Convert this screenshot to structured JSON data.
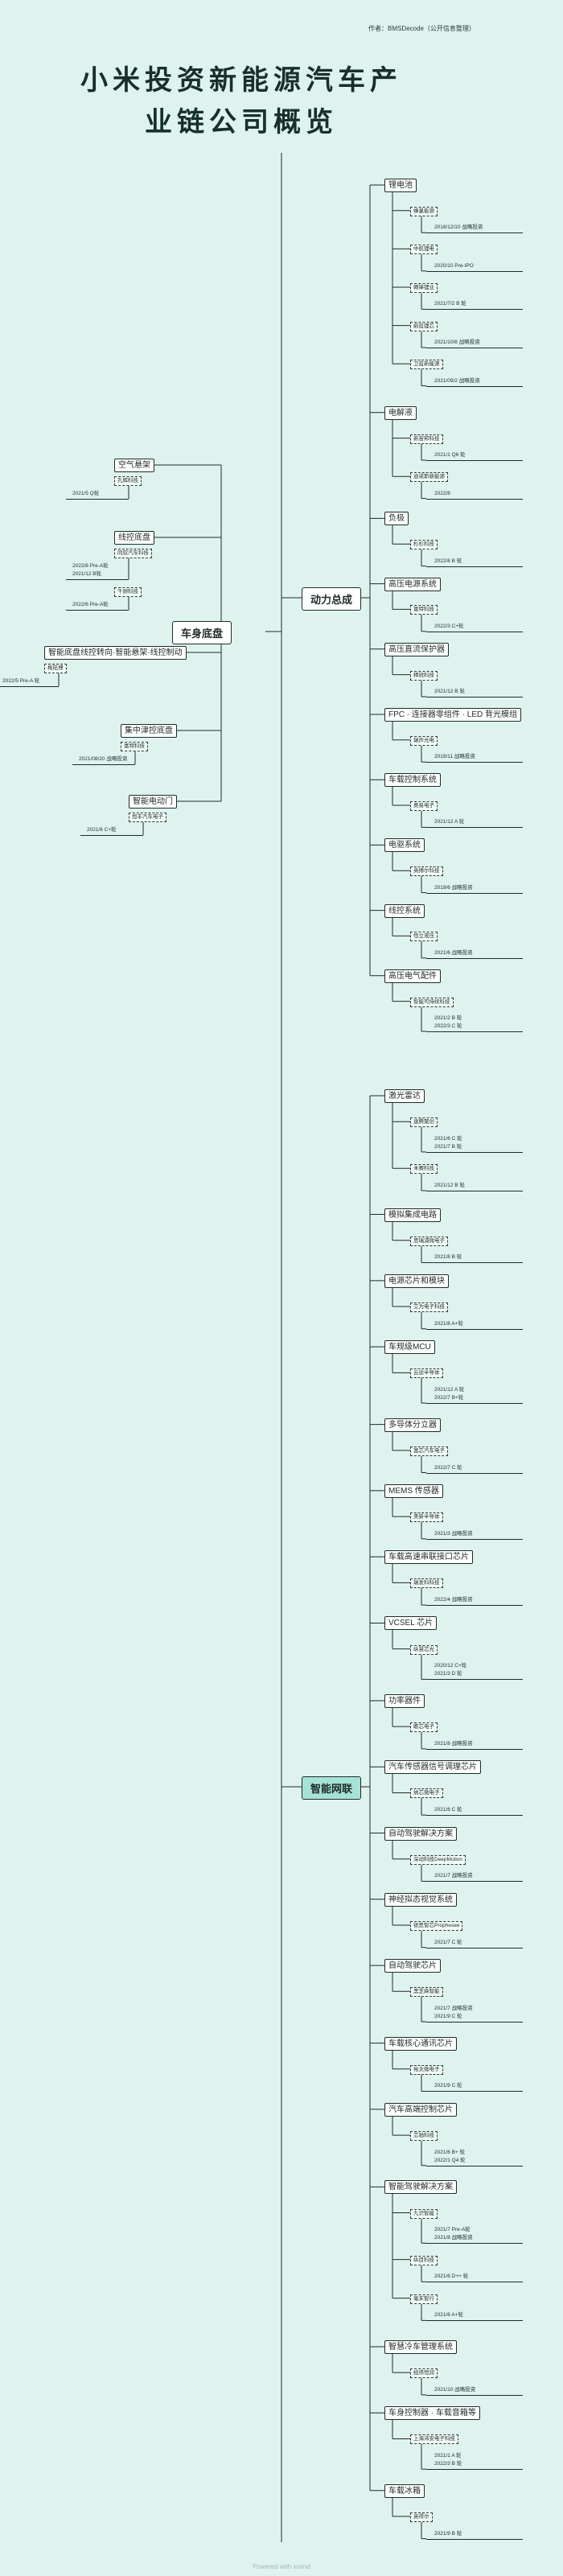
{
  "author": "作者：BMSDecode（公开信息整理）",
  "title_line1": "小米投资新能源汽车产",
  "title_line2": "业链公司概览",
  "footer": "Powered with xmind",
  "colors": {
    "background": "#dff3ee",
    "root_highlight": "#a6e3d6",
    "line": "#1f2a2a"
  },
  "roots": {
    "chassis": "车身底盘",
    "power": "动力总成",
    "smart": "智能网联"
  },
  "left": [
    {
      "label": "空气悬架",
      "children": [
        {
          "company": "孔辉科技",
          "invest": [
            "2021/5 Q轮"
          ]
        }
      ]
    },
    {
      "label": "线控底盘",
      "children": [
        {
          "company": "同驭汽车科技",
          "invest": [
            "2022/8 Pre-A轮",
            "2021/12 B轮"
          ]
        },
        {
          "company": "千顾科技",
          "invest": [
            "2022/6 Pre-A轮"
          ]
        }
      ]
    },
    {
      "label": "智能底盘线控转向·智能悬架·线控制动",
      "children": [
        {
          "company": "格陆博",
          "invest": [
            "2022/5 Pre-A 轮"
          ]
        }
      ]
    },
    {
      "label": "集中津控底盘",
      "children": [
        {
          "company": "富特科技",
          "invest": [
            "2021/08/20 战略投资"
          ]
        }
      ]
    },
    {
      "label": "智能电动门",
      "children": [
        {
          "company": "恒丰汽车电子",
          "invest": [
            "2021/6 C+轮"
          ]
        }
      ]
    }
  ],
  "power": [
    {
      "label": "锂电池",
      "children": [
        {
          "company": "蜂巢能源",
          "invest": [
            "2018/12/10 战略投资"
          ]
        },
        {
          "company": "中航锂电",
          "invest": [
            "2020/10 Pre-IPO"
          ]
        },
        {
          "company": "赣锋锂业",
          "invest": [
            "2021/7/2 B 轮"
          ]
        },
        {
          "company": "蔚蓝锂芯",
          "invest": [
            "2021/10/8 战略投资"
          ]
        },
        {
          "company": "卫蓝新能源",
          "invest": [
            "2021/09/2 战略投资"
          ]
        }
      ]
    },
    {
      "label": "电解液",
      "children": [
        {
          "company": "新宙邦科技",
          "invest": [
            "2021/1 Q6 轮"
          ]
        },
        {
          "company": "迪诺斯新能源",
          "invest": [
            "2022/8"
          ]
        }
      ]
    },
    {
      "label": "负极",
      "children": [
        {
          "company": "杉杉科技",
          "invest": [
            "2022/8 B 轮"
          ]
        }
      ]
    },
    {
      "label": "高压电源系统",
      "children": [
        {
          "company": "富特科技",
          "invest": [
            "2022/3 C+轮"
          ]
        }
      ]
    },
    {
      "label": "高压直流保护器",
      "children": [
        {
          "company": "精锐科技",
          "invest": [
            "2021/12 B 轮"
          ]
        }
      ]
    },
    {
      "label": "FPC · 连接器零组件 · LED 背光模组",
      "children": [
        {
          "company": "瑞声光电",
          "invest": [
            "2019/11 战略投资"
          ]
        }
      ]
    },
    {
      "label": "车载控制系统",
      "children": [
        {
          "company": "奥易电子",
          "invest": [
            "2021/12 A 轮"
          ]
        }
      ]
    },
    {
      "label": "电驱系统",
      "children": [
        {
          "company": "英搏尔科技",
          "invest": [
            "2019/6 战略投资"
          ]
        }
      ]
    },
    {
      "label": "线控系统",
      "children": [
        {
          "company": "恒立液压",
          "invest": [
            "2021/6 战略投资"
          ]
        }
      ]
    },
    {
      "label": "高压电气配件",
      "children": [
        {
          "company": "智能可持续科技",
          "invest": [
            "2021/2 B 轮",
            "2022/3 C 轮"
          ]
        }
      ]
    }
  ],
  "smart": [
    {
      "label": "激光雷达",
      "children": [
        {
          "company": "速腾聚创",
          "invest": [
            "2021/6 C 轮",
            "2021/7 B 轮"
          ]
        },
        {
          "company": "禾赛科技",
          "invest": [
            "2021/12 B 轮"
          ]
        }
      ]
    },
    {
      "label": "模拟集成电路",
      "children": [
        {
          "company": "思瑞浦微电子",
          "invest": [
            "2021/8 B 轮"
          ]
        }
      ]
    },
    {
      "label": "电源芯片和模块",
      "children": [
        {
          "company": "艾为电子科技",
          "invest": [
            "2021/8 A+轮"
          ]
        }
      ]
    },
    {
      "label": "车规级MCU",
      "children": [
        {
          "company": "云途半导体",
          "invest": [
            "2021/12 A 轮",
            "2022/7 B+轮"
          ]
        }
      ]
    },
    {
      "label": "多导体分立器",
      "children": [
        {
          "company": "富芯汽车电子",
          "invest": [
            "2022/7 C 轮"
          ]
        }
      ]
    },
    {
      "label": "MEMS 传感器",
      "children": [
        {
          "company": "美新半导体",
          "invest": [
            "2021/3 战略投资"
          ]
        }
      ]
    },
    {
      "label": "车载高速串联接口芯片",
      "children": [
        {
          "company": "瑞发科科技",
          "invest": [
            "2022/4 战略投资"
          ]
        }
      ]
    },
    {
      "label": "VCSEL 芯片",
      "children": [
        {
          "company": "纵慧芯光",
          "invest": [
            "2020/12 C+轮",
            "2021/3 D 轮"
          ]
        }
      ]
    },
    {
      "label": "功率器件",
      "children": [
        {
          "company": "瞻芯电子",
          "invest": [
            "2021/8 战略投资"
          ]
        }
      ]
    },
    {
      "label": "汽车传感器信号调理芯片",
      "children": [
        {
          "company": "纳芯微电子",
          "invest": [
            "2021/6 C 轮"
          ]
        }
      ]
    },
    {
      "label": "自动驾驶解决方案",
      "children": [
        {
          "company": "深动科技DeepMotion",
          "invest": [
            "2021/7 战略投资"
          ]
        }
      ]
    },
    {
      "label": "神经拟态视觉系统",
      "children": [
        {
          "company": "锐思智芯Prophesee",
          "invest": [
            "2021/7 C 轮"
          ]
        }
      ]
    },
    {
      "label": "自动驾驶芯片",
      "children": [
        {
          "company": "黑芝麻智能",
          "invest": [
            "2021/7 战略投资",
            "2021/9 C 轮"
          ]
        }
      ]
    },
    {
      "label": "车载核心通讯芯片",
      "children": [
        {
          "company": "裕太微电子",
          "invest": [
            "2021/9 C 轮"
          ]
        }
      ]
    },
    {
      "label": "汽车高端控制芯片",
      "children": [
        {
          "company": "芯驰科技",
          "invest": [
            "2021/6 B+ 轮",
            "2022/1 Q4 轮"
          ]
        }
      ]
    },
    {
      "label": "智能驾驶解决方案",
      "children": [
        {
          "company": "九识智能",
          "invest": [
            "2021/7 Pre-A轮",
            "2021/8 战略投资"
          ]
        },
        {
          "company": "纵目科技",
          "invest": [
            "2021/6 D++ 轮"
          ]
        },
        {
          "company": "毫末智行",
          "invest": [
            "2021/6 A+轮"
          ]
        }
      ]
    },
    {
      "label": "智慧冷车管理系统",
      "children": [
        {
          "company": "经纬恒润",
          "invest": [
            "2021/10 战略投资"
          ]
        }
      ]
    },
    {
      "label": "车身控制器 · 车载音箱等",
      "children": [
        {
          "company": "上海沛安电子科技",
          "invest": [
            "2021/1 A 轮",
            "2022/3 B 轮"
          ]
        }
      ]
    },
    {
      "label": "车载冰箱",
      "children": [
        {
          "company": "英得尔",
          "invest": [
            "2021/9 B 轮"
          ]
        }
      ]
    }
  ]
}
